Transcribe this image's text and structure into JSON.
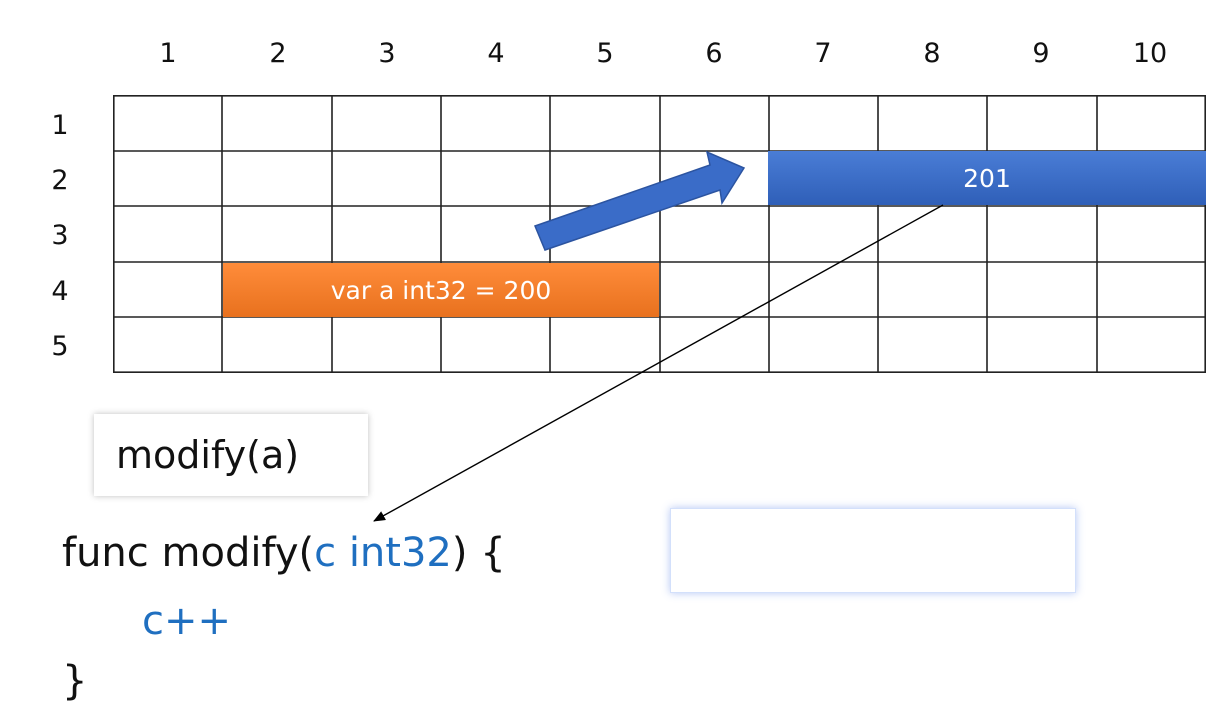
{
  "grid": {
    "columns": [
      "1",
      "2",
      "3",
      "4",
      "5",
      "6",
      "7",
      "8",
      "9",
      "10"
    ],
    "rows": [
      "1",
      "2",
      "3",
      "4",
      "5"
    ],
    "line_color": "#222222"
  },
  "blocks": {
    "var_a": {
      "label": "var a int32 = 200",
      "color": "#ee7a26"
    },
    "param_c": {
      "label": "201",
      "color": "#3a6cc8"
    }
  },
  "call": {
    "text": "modify(a)"
  },
  "code": {
    "func_keyword": "func",
    "func_name": "modify(",
    "param": "c int32",
    "close_paren": ") {",
    "body": "c++",
    "closing_brace": "}",
    "param_color": "#1f6fc0"
  },
  "arrow_color": "#3a6cc8"
}
